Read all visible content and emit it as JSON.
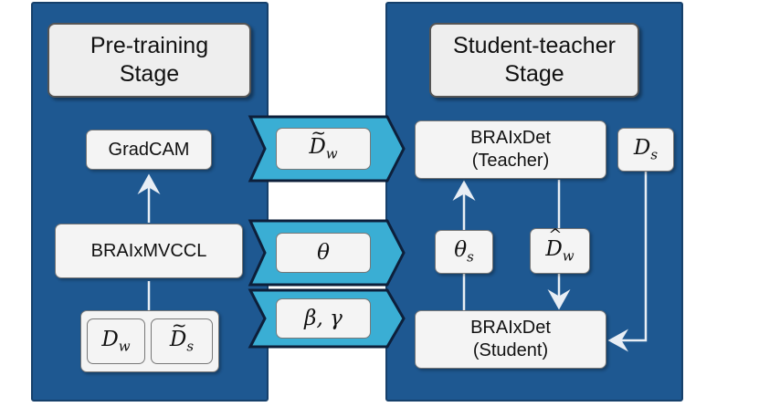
{
  "pretraining": {
    "title": "Pre-training\nStage",
    "gradcam": "GradCAM",
    "model": "BRAIxMVCCL",
    "input_dw": "D",
    "input_dw_sub": "w",
    "input_ds": "D",
    "input_ds_sub": "s"
  },
  "student_teacher": {
    "title": "Student-teacher\nStage",
    "teacher": "BRAIxDet\n(Teacher)",
    "student": "BRAIxDet\n(Student)",
    "ds_label": "D",
    "ds_sub": "s",
    "theta_s": "θ",
    "theta_s_sub": "s",
    "dw_hat": "D",
    "dw_hat_sub": "w"
  },
  "transfers": {
    "dw_tilde": "D",
    "dw_tilde_sub": "w",
    "theta": "θ",
    "beta_gamma": "β, γ"
  },
  "colors": {
    "panel": "#1e5891",
    "arrow": "#3aaed4",
    "arrow_border": "#0d1f3a",
    "node": "#f4f4f4"
  }
}
